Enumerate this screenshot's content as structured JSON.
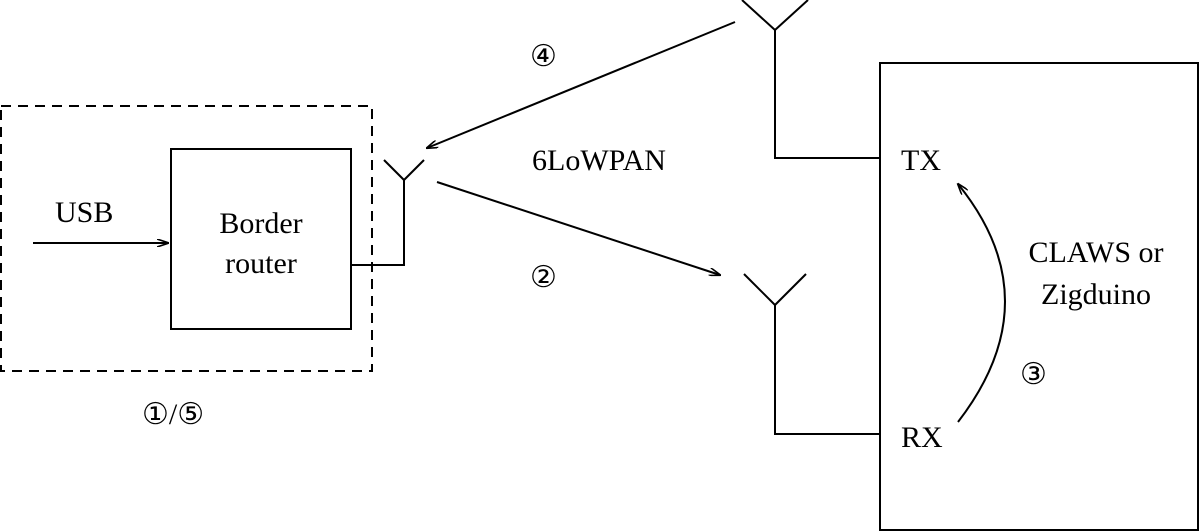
{
  "labels": {
    "usb": "USB",
    "border_router_line1": "Border",
    "border_router_line2": "router",
    "network": "6LoWPAN",
    "step_1_5": "①/⑤",
    "step_2": "②",
    "step_3": "③",
    "step_4": "④",
    "tx": "TX",
    "rx": "RX",
    "device_line1": "CLAWS or",
    "device_line2": "Zigduino"
  }
}
